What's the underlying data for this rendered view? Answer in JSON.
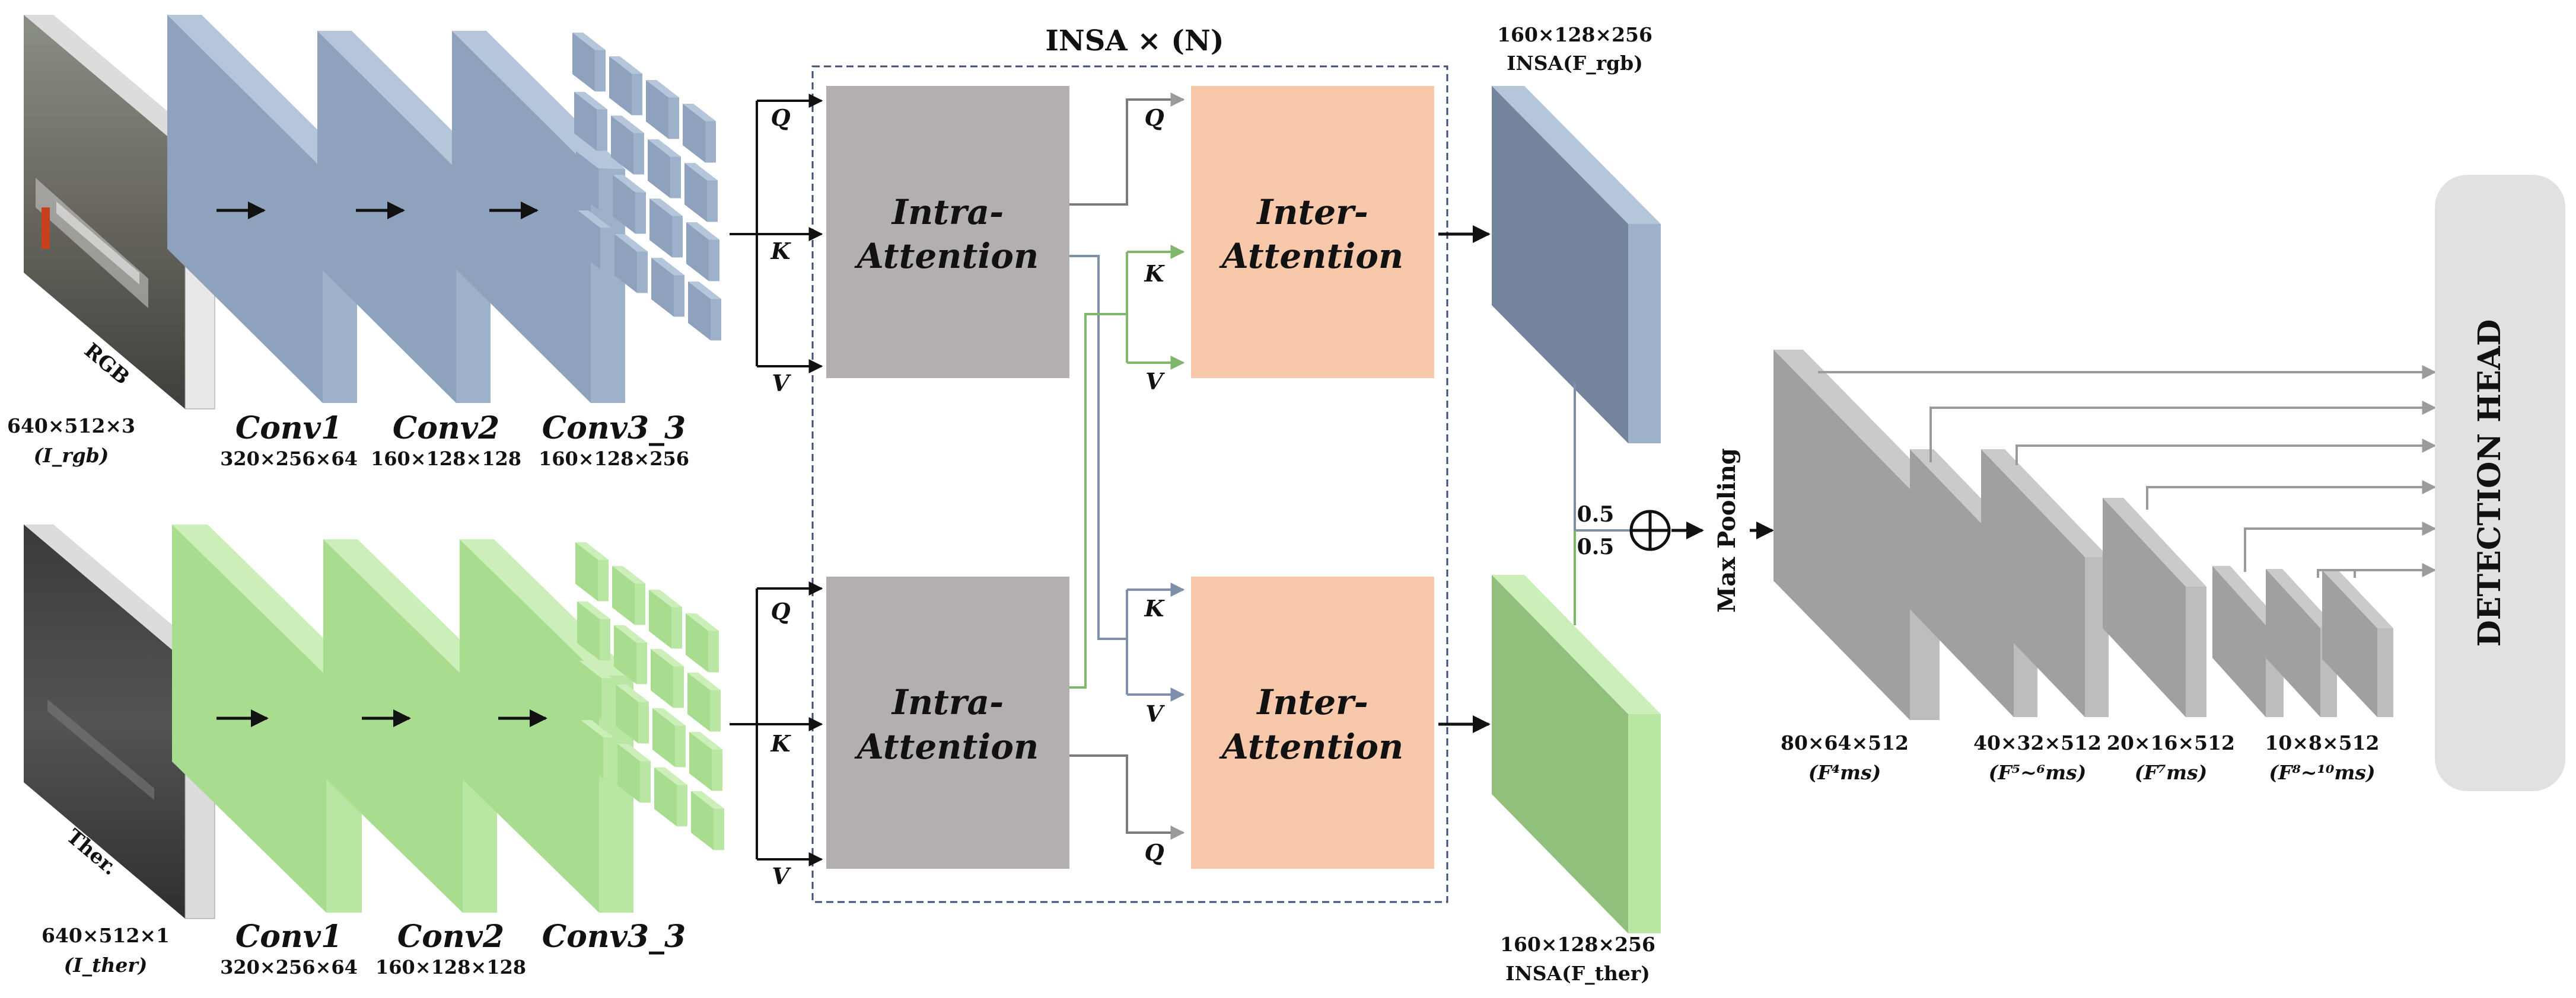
{
  "insa_title": "INSA × (N)",
  "rgb": {
    "image_tag": "RGB",
    "input_size": "640×512×3",
    "input_name": "(I_rgb)",
    "layers": [
      {
        "name": "Conv1",
        "size": "320×256×64"
      },
      {
        "name": "Conv2",
        "size": "160×128×128"
      },
      {
        "name": "Conv3_3",
        "size": "160×128×256"
      }
    ],
    "out_size": "160×128×256",
    "out_name": "INSA(F_rgb)"
  },
  "ther": {
    "image_tag": "Ther.",
    "input_size": "640×512×1",
    "input_name": "(I_ther)",
    "layers": [
      {
        "name": "Conv1",
        "size": "320×256×64"
      },
      {
        "name": "Conv2",
        "size": "160×128×128"
      },
      {
        "name": "Conv3_3",
        "size": "160×128×256"
      }
    ],
    "out_size": "160×128×256",
    "out_name": "INSA(F_ther)"
  },
  "qkv": {
    "q": "Q",
    "k": "K",
    "v": "V"
  },
  "blocks": {
    "intra_l1": "Intra-",
    "intra_l2": "Attention",
    "inter_l1": "Inter-",
    "inter_l2": "Attention"
  },
  "fusion": {
    "w1": "0.5",
    "w2": "0.5",
    "op": "⊕",
    "pool": "Max Pooling"
  },
  "multiscale": [
    {
      "size": "80×64×512",
      "name": "(F⁴ms)"
    },
    {
      "size": "40×32×512",
      "name": "(F⁵~⁶ms)"
    },
    {
      "size": "20×16×512",
      "name": "(F⁷ms)"
    },
    {
      "size": "10×8×512",
      "name": "(F⁸~¹⁰ms)"
    }
  ],
  "head": "DETECTION HEAD",
  "colors": {
    "rgb_front": "#8ea2bd",
    "rgb_side": "#9db1cb",
    "rgb_top": "#b5c5da",
    "ther_front": "#a8dc8e",
    "ther_side": "#b9e6a2",
    "ther_top": "#ccefb9",
    "intra_fill": "#b2afae",
    "inter_fill": "#f7c8aa",
    "blue_line": "#7d8fa9",
    "green_line": "#7fb86a",
    "gray_box": "#a4a4a4",
    "head_fill": "#e1e1e1"
  }
}
